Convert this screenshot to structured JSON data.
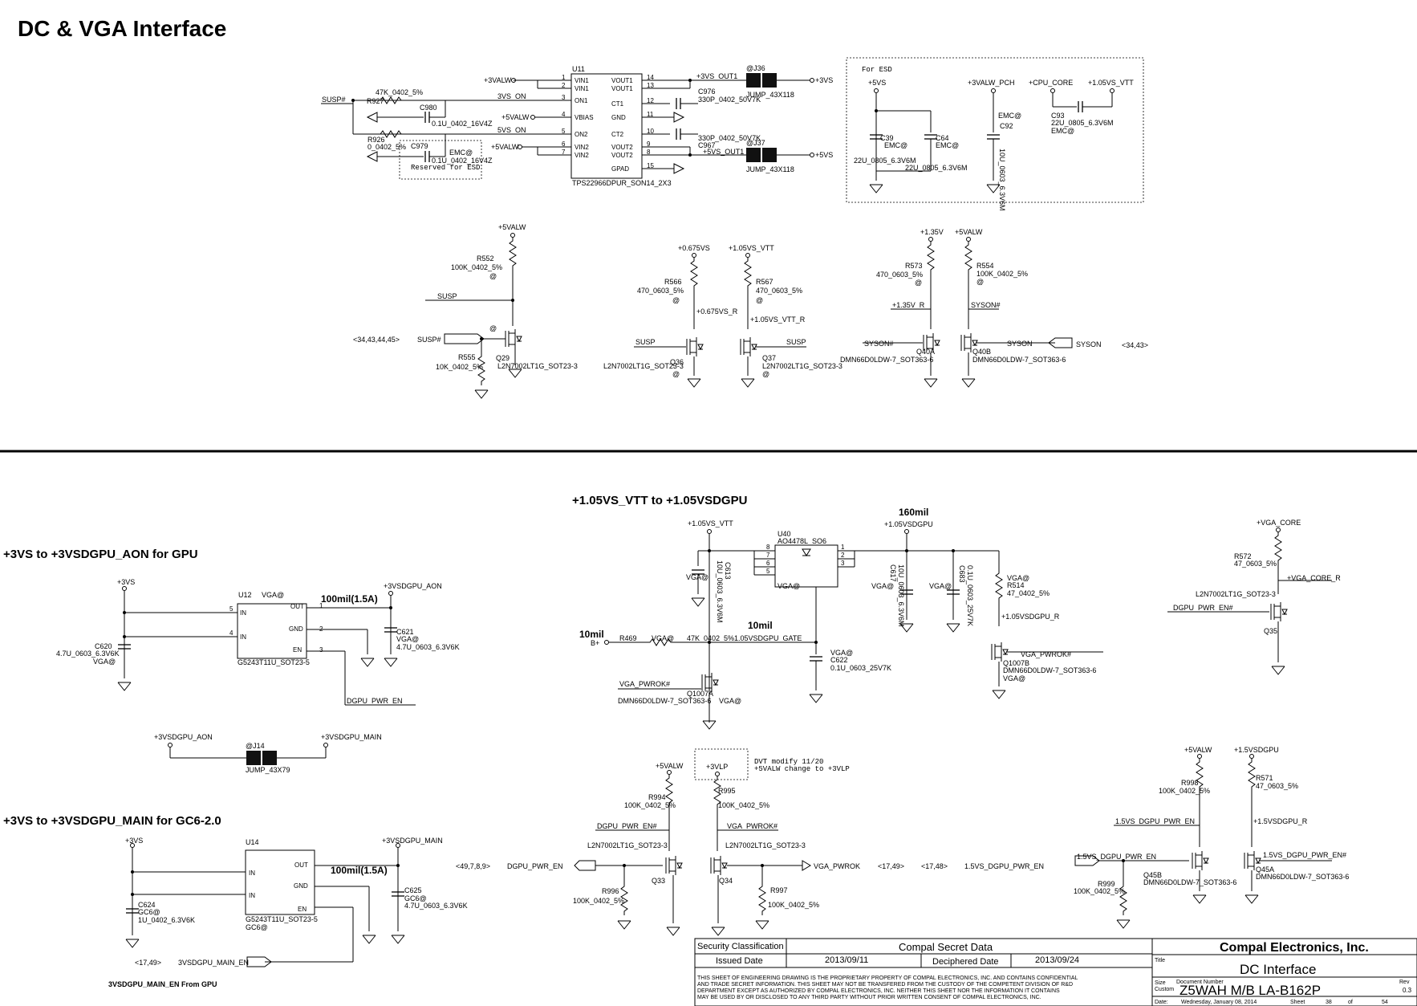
{
  "page_title": "DC & VGA Interface",
  "sections": {
    "s1": "+3VS to +3VSDGPU_AON for GPU",
    "s2": "+3VS to +3VSDGPU_MAIN for GC6-2.0",
    "s3": "+1.05VS_VTT to +1.05VSDGPU",
    "s4": "3VSDGPU_MAIN_EN From GPU"
  },
  "u11": {
    "ref": "U11",
    "part": "TPS22966DPUR_SON14_2X3",
    "left_pins": [
      "VIN1",
      "VIN1",
      "ON1",
      "VBIAS",
      "ON2",
      "VIN2",
      "VIN2"
    ],
    "left_nums": [
      "1",
      "2",
      "3",
      "4",
      "5",
      "6",
      "7"
    ],
    "right_pins": [
      "VOUT1",
      "VOUT1",
      "CT1",
      "GND",
      "CT2",
      "VOUT2",
      "VOUT2",
      "GPAD"
    ],
    "right_nums": [
      "14",
      "13",
      "12",
      "11",
      "10",
      "9",
      "8",
      "15"
    ]
  },
  "top_nets": {
    "valw_a": "+3VALW",
    "valw_b": "+5VALW",
    "valw_c": "+5VALW",
    "susp": "SUSP#",
    "vs_on3": "3VS_ON",
    "vs_on5": "5VS_ON",
    "out3": "+3VS_OUT1",
    "out5": "+5VS_OUT1",
    "v3s": "+3VS",
    "v5s": "+5VS"
  },
  "top_parts": {
    "r927": "R927",
    "r927v": "47K_0402_5%",
    "r926": "R926",
    "r926v": "0_0402_5%",
    "c980": "C980",
    "c980v": "0.1U_0402_16V4Z",
    "c979": "C979",
    "c979v": "0.1U_0402_16V4Z",
    "emc": "EMC@",
    "reserved": "Reserved for ESD",
    "c976": "C976",
    "c976v": "330P_0402_50V7K",
    "c967": "C967",
    "c967v": "330P_0402_50V7K",
    "j36": "@J36",
    "j37": "@J37",
    "jv": "JUMP_43X118"
  },
  "esd": {
    "title": "For ESD",
    "n1": "+5VS",
    "n2": "+3VALW_PCH",
    "n3": "+CPU_CORE",
    "n4": "+1.05VS_VTT",
    "c39": "C39",
    "c64": "C64",
    "c92": "C92",
    "c93": "C93",
    "emc": "EMC@",
    "c22u": "22U_0805_6.3V6M",
    "c10u": "10U_0603_6.3V6M"
  },
  "mos_row": {
    "p5valw": "+5VALW",
    "r552": "R552",
    "r552v": "100K_0402_5%",
    "at": "@",
    "susp": "SUSP",
    "susp_n": "SUSP#",
    "ref34": "<34,43,44,45>",
    "r555": "R555",
    "r555v": "10K_0402_5%",
    "q29": "Q29",
    "l2n": "L2N7002LT1G_SOT23-3",
    "p0675": "+0.675VS",
    "p105vtt": "+1.05VS_VTT",
    "r566": "R566",
    "r566v": "470_0603_5%",
    "r567": "R567",
    "r567v": "470_0603_5%",
    "n0675r": "+0.675VS_R",
    "n105r": "+1.05VS_VTT_R",
    "q36": "Q36",
    "q37": "Q37",
    "p135": "+1.35V",
    "r573": "R573",
    "r573v": "470_0603_5%",
    "r554": "R554",
    "r554v": "100K_0402_5%",
    "n135r": "+1.35V_R",
    "syson_n": "SYSON#",
    "syson": "SYSON",
    "ref3443": "<34,43>",
    "q40a": "Q40A",
    "q40b": "Q40B",
    "dmn": "DMN66D0LDW-7_SOT363-6"
  },
  "aon": {
    "p3vs": "+3VS",
    "u12": "U12",
    "vga": "VGA@",
    "out": "+3VSDGPU_AON",
    "cur": "100mil(1.5A)",
    "pins": [
      "IN",
      "IN",
      "OUT",
      "GND",
      "EN"
    ],
    "nums": [
      "5",
      "4",
      "1",
      "2",
      "3"
    ],
    "part": "G5243T11U_SOT23-5",
    "c620": "C620",
    "c620v": "4.7U_0603_6.3V6K",
    "c621": "C621",
    "c621v": "4.7U_0603_6.3V6K",
    "en": "DGPU_PWR_EN",
    "j14": "@J14",
    "j14v": "JUMP_43X79",
    "aon2": "+3VSDGPU_AON",
    "main2": "+3VSDGPU_MAIN"
  },
  "main": {
    "p3vs": "+3VS",
    "u14": "U14",
    "out": "+3VSDGPU_MAIN",
    "cur": "100mil(1.5A)",
    "part": "G5243T11U_SOT23-5",
    "gc6": "GC6@",
    "c624": "C624",
    "c624v": "1U_0402_6.3V6K",
    "c625": "C625",
    "c625v": "4.7U_0603_6.3V6K",
    "en": "3VSDGPU_MAIN_EN",
    "ref": "<17,49>"
  },
  "vtt": {
    "p105vtt": "+1.05VS_VTT",
    "c613": "C613",
    "c613v": "10U_0603_6.3V6M",
    "vga": "VGA@",
    "u40": "U40",
    "u40v": "AO4478L_SO6",
    "mil160": "160mil",
    "out": "+1.05VSDGPU",
    "c617": "C617",
    "c617v": "10U_0603_6.3V6M",
    "c683": "C683",
    "c683v": "0.1U_0603_25V7K",
    "r514": "R514",
    "r514v": "47_0402_5%",
    "n105r": "+1.05VSDGPU_R",
    "mil10a": "10mil",
    "mil10b": "10mil",
    "bplus": "B+",
    "r469": "R469",
    "r469v": "47K_0402_5%",
    "gate": "1.05VSDGPU_GATE",
    "c622": "C622",
    "c622v": "0.1U_0603_25V7K",
    "pwrok_n": "VGA_PWROK#",
    "q1007a": "Q1007A",
    "q1007b": "Q1007B",
    "dmn": "DMN66D0LDW-7_SOT363-6"
  },
  "core": {
    "p": "+VGA_CORE",
    "r572": "R572",
    "r572v": "47_0603_5%",
    "nr": "+VGA_CORE_R",
    "l2n": "L2N7002LT1G_SOT23-3",
    "en_n": "DGPU_PWR_EN#",
    "q35": "Q35"
  },
  "bot": {
    "p5valw": "+5VALW",
    "p3vlp": "+3VLP",
    "dvt1": "DVT modify 11/20",
    "dvt2": "+5VALW change to +3VLP",
    "r994": "R994",
    "r994v": "100K_0402_5%",
    "r995": "R995",
    "r995v": "100K_0402_5%",
    "en_n": "DGPU_PWR_EN#",
    "pwrok_n": "VGA_PWROK#",
    "l2n1": "L2N7002LT1G_SOT23-3",
    "l2n2": "L2N7002LT1G_SOT23-3",
    "ref1": "<49,7,8,9>",
    "en": "DGPU_PWR_EN",
    "pwrok": "VGA_PWROK",
    "ref2": "<17,49>",
    "ref3": "<17,48>",
    "en15": "1.5VS_DGPU_PWR_EN",
    "r996": "R996",
    "r996v": "100K_0402_5%",
    "r997": "R997",
    "r997v": "100K_0402_5%",
    "q33": "Q33",
    "q34": "Q34",
    "p15": "+1.5VSDGPU",
    "r998": "R998",
    "r998v": "100K_0402_5%",
    "r571": "R571",
    "r571v": "47_0603_5%",
    "en15b": "1.5VS_DGPU_PWR_EN",
    "n15r": "+1.5VSDGPU_R",
    "en15c": "1.5VS_DGPU_PWR_EN",
    "r999": "R999",
    "r999v": "100K_0402_5%",
    "q45b": "Q45B",
    "q45a": "Q45A",
    "en15n": "1.5VS_DGPU_PWR_EN#",
    "dmn": "DMN66D0LDW-7_SOT363-6"
  },
  "title_block": {
    "sec_class": "Security Classification",
    "secret": "Compal Secret Data",
    "issued": "Issued Date",
    "issued_v": "2013/09/11",
    "deciph": "Deciphered Date",
    "deciph_v": "2013/09/24",
    "company": "Compal Electronics, Inc.",
    "title_lbl": "Title",
    "title": "DC Interface",
    "size": "Size",
    "docnum_lbl": "Document Number",
    "custom": "Custom",
    "docnum": "Z5WAH M/B LA-B162P",
    "rev_lbl": "Rev",
    "rev": "0.3",
    "date_lbl": "Date:",
    "date": "Wednesday, January 08, 2014",
    "sheet_lbl": "Sheet",
    "sheet": "38",
    "of": "of",
    "total": "54",
    "notice": [
      "THIS SHEET OF ENGINEERING DRAWING IS THE PROPRIETARY PROPERTY OF COMPAL ELECTRONICS, INC. AND CONTAINS CONFIDENTIAL",
      "AND TRADE SECRET INFORMATION. THIS SHEET MAY NOT BE TRANSFERED FROM THE CUSTODY OF THE COMPETENT DIVISION OF R&D",
      "DEPARTMENT EXCEPT AS AUTHORIZED BY COMPAL ELECTRONICS, INC. NEITHER THIS SHEET NOR THE INFORMATION IT CONTAINS",
      "MAY BE USED BY OR DISCLOSED TO ANY THIRD PARTY WITHOUT PRIOR WRITTEN CONSENT OF COMPAL ELECTRONICS, INC."
    ]
  }
}
